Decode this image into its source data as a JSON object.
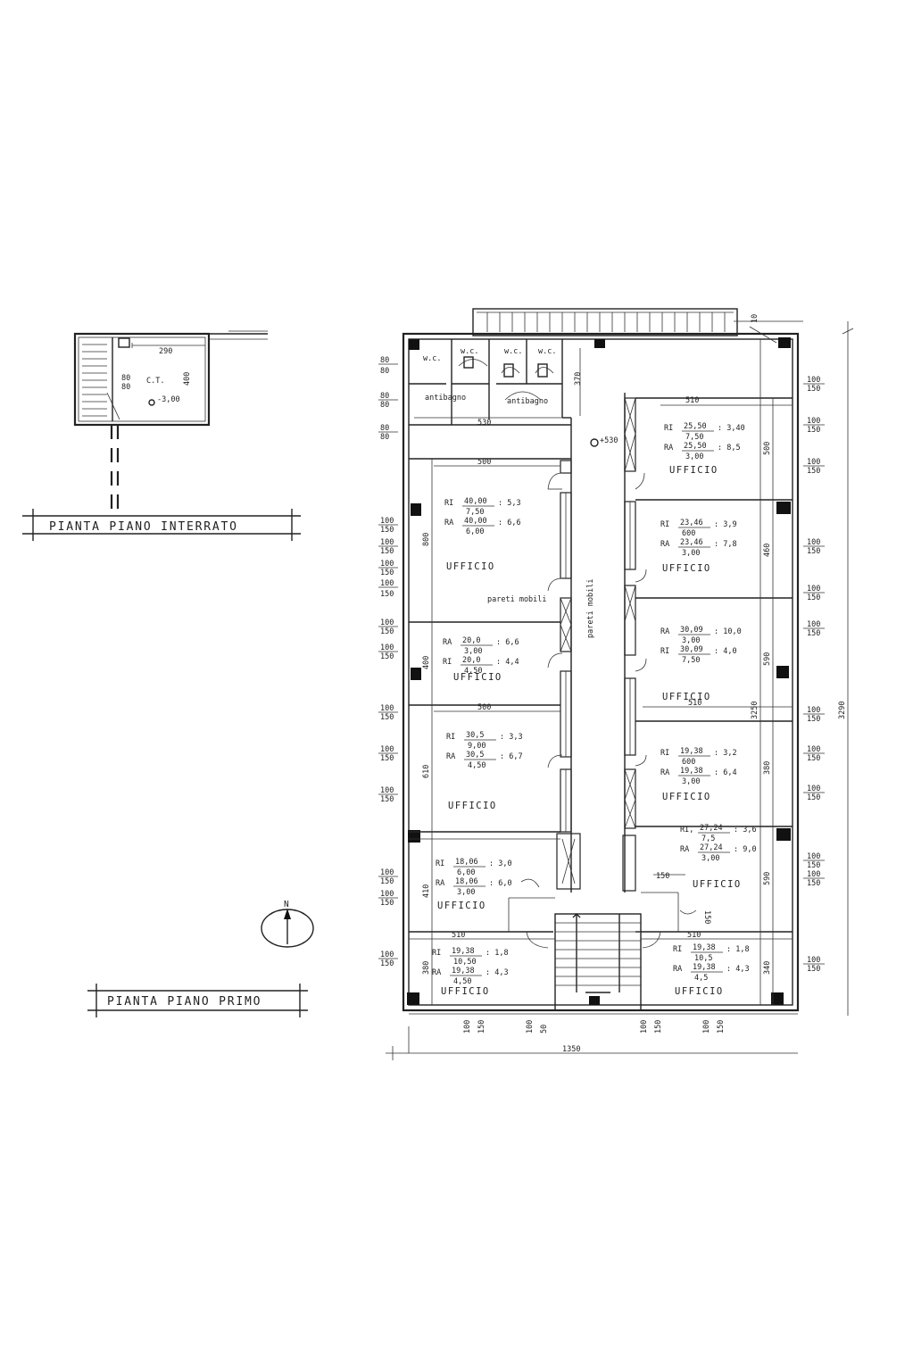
{
  "titles": {
    "basement": "PIANTA PIANO INTERRATO",
    "first_floor": "PIANTA PIANO PRIMO",
    "north": "N"
  },
  "basement": {
    "room": "C.T.",
    "width": "290",
    "depth": "400",
    "window_a": "80",
    "window_b": "80",
    "level": "-3,00"
  },
  "rooms": {
    "wc1": "w.c.",
    "wc2": "w.c.",
    "wc3": "w.c.",
    "wc4": "w.c.",
    "antibagno1": "antibagno",
    "antibagno2": "antibagno",
    "partition1": "pareti mobili",
    "partition2": "pareti mobili",
    "level": "+530"
  },
  "offices": [
    {
      "label": "UFFICIO",
      "ri_num": "25,50",
      "ri_den": "7,50",
      "ri_val": "3,40",
      "ra_num": "25,50",
      "ra_den": "3,00",
      "ra_val": "8,5"
    },
    {
      "label": "UFFICIO",
      "ri_num": "23,46",
      "ri_den": "600",
      "ri_val": "3,9",
      "ra_num": "23,46",
      "ra_den": "3,00",
      "ra_val": "7,8"
    },
    {
      "label": "UFFICIO",
      "ra_num": "30,09",
      "ra_den": "3,00",
      "ra_val": "10,0",
      "ri_num": "30,09",
      "ri_den": "7,50",
      "ri_val": "4,0"
    },
    {
      "label": "UFFICIO",
      "ri_num": "19,38",
      "ri_den": "600",
      "ri_val": "3,2",
      "ra_num": "19,38",
      "ra_den": "3,00",
      "ra_val": "6,4"
    },
    {
      "label": "UFFICIO",
      "ri_num": "27,24",
      "ri_den": "7,5",
      "ri_val": "3,6",
      "ra_num": "27,24",
      "ra_den": "3,00",
      "ra_val": "9,0"
    },
    {
      "label": "UFFICIO",
      "ri_num": "19,38",
      "ri_den": "10,5",
      "ri_val": "1,8",
      "ra_num": "19,38",
      "ra_den": "4,5",
      "ra_val": "4,3"
    },
    {
      "label": "UFFICIO",
      "ri_num": "40,00",
      "ri_den": "7,50",
      "ri_val": "5,3",
      "ra_num": "40,00",
      "ra_den": "6,00",
      "ra_val": "6,6"
    },
    {
      "label": "UFFICIO",
      "ra_num": "20,0",
      "ra_den": "3,00",
      "ra_val": "6,6",
      "ri_num": "20,0",
      "ri_den": "4,50",
      "ri_val": "4,4"
    },
    {
      "label": "UFFICIO",
      "ri_num": "30,5",
      "ri_den": "9,00",
      "ri_val": "3,3",
      "ra_num": "30,5",
      "ra_den": "4,50",
      "ra_val": "6,7"
    },
    {
      "label": "UFFICIO",
      "ri_num": "18,06",
      "ri_den": "6,00",
      "ri_val": "3,0",
      "ra_num": "18,06",
      "ra_den": "3,00",
      "ra_val": "6,0"
    },
    {
      "label": "UFFICIO",
      "ri_num": "19,38",
      "ri_den": "10,50",
      "ri_val": "1,8",
      "ra_num": "19,38",
      "ra_den": "4,50",
      "ra_val": "4,3"
    }
  ],
  "ratio_labels": {
    "ri": "RI",
    "ra": "RA",
    "ri_alt": "RI,"
  },
  "dimensions": {
    "total_width": "1350",
    "total_depth_inner": "3250",
    "total_depth_outer": "3290",
    "top_offset": "10",
    "wc_depth": "370",
    "wc_width": "530",
    "room_w_left": "500",
    "room_w_left2": "500",
    "room_w_left3": "510",
    "room_w_right": "510",
    "room_w_right2": "510",
    "room_w_right3": "510",
    "left_v": [
      "800",
      "400",
      "610",
      "410",
      "380"
    ],
    "right_v": [
      "500",
      "460",
      "590",
      "380",
      "590",
      "340"
    ],
    "stair_dim": "150",
    "stair_dim2": "150",
    "bottom_win": [
      "100",
      "150",
      "100",
      "50",
      "100",
      "150",
      "100",
      "150"
    ],
    "left_win": [
      "80",
      "80",
      "80",
      "80",
      "80",
      "80",
      "100",
      "150",
      "100",
      "150",
      "100",
      "150",
      "100",
      "150",
      "100",
      "150",
      "100",
      "150",
      "100",
      "150",
      "100",
      "150",
      "100",
      "150",
      "100",
      "150",
      "100",
      "150",
      "100",
      "150"
    ],
    "right_win": [
      "100",
      "150",
      "100",
      "150",
      "100",
      "150",
      "100",
      "150",
      "100",
      "150",
      "100",
      "150",
      "100",
      "150",
      "100",
      "150",
      "100",
      "150",
      "100",
      "150",
      "100",
      "150",
      "100",
      "150"
    ]
  }
}
